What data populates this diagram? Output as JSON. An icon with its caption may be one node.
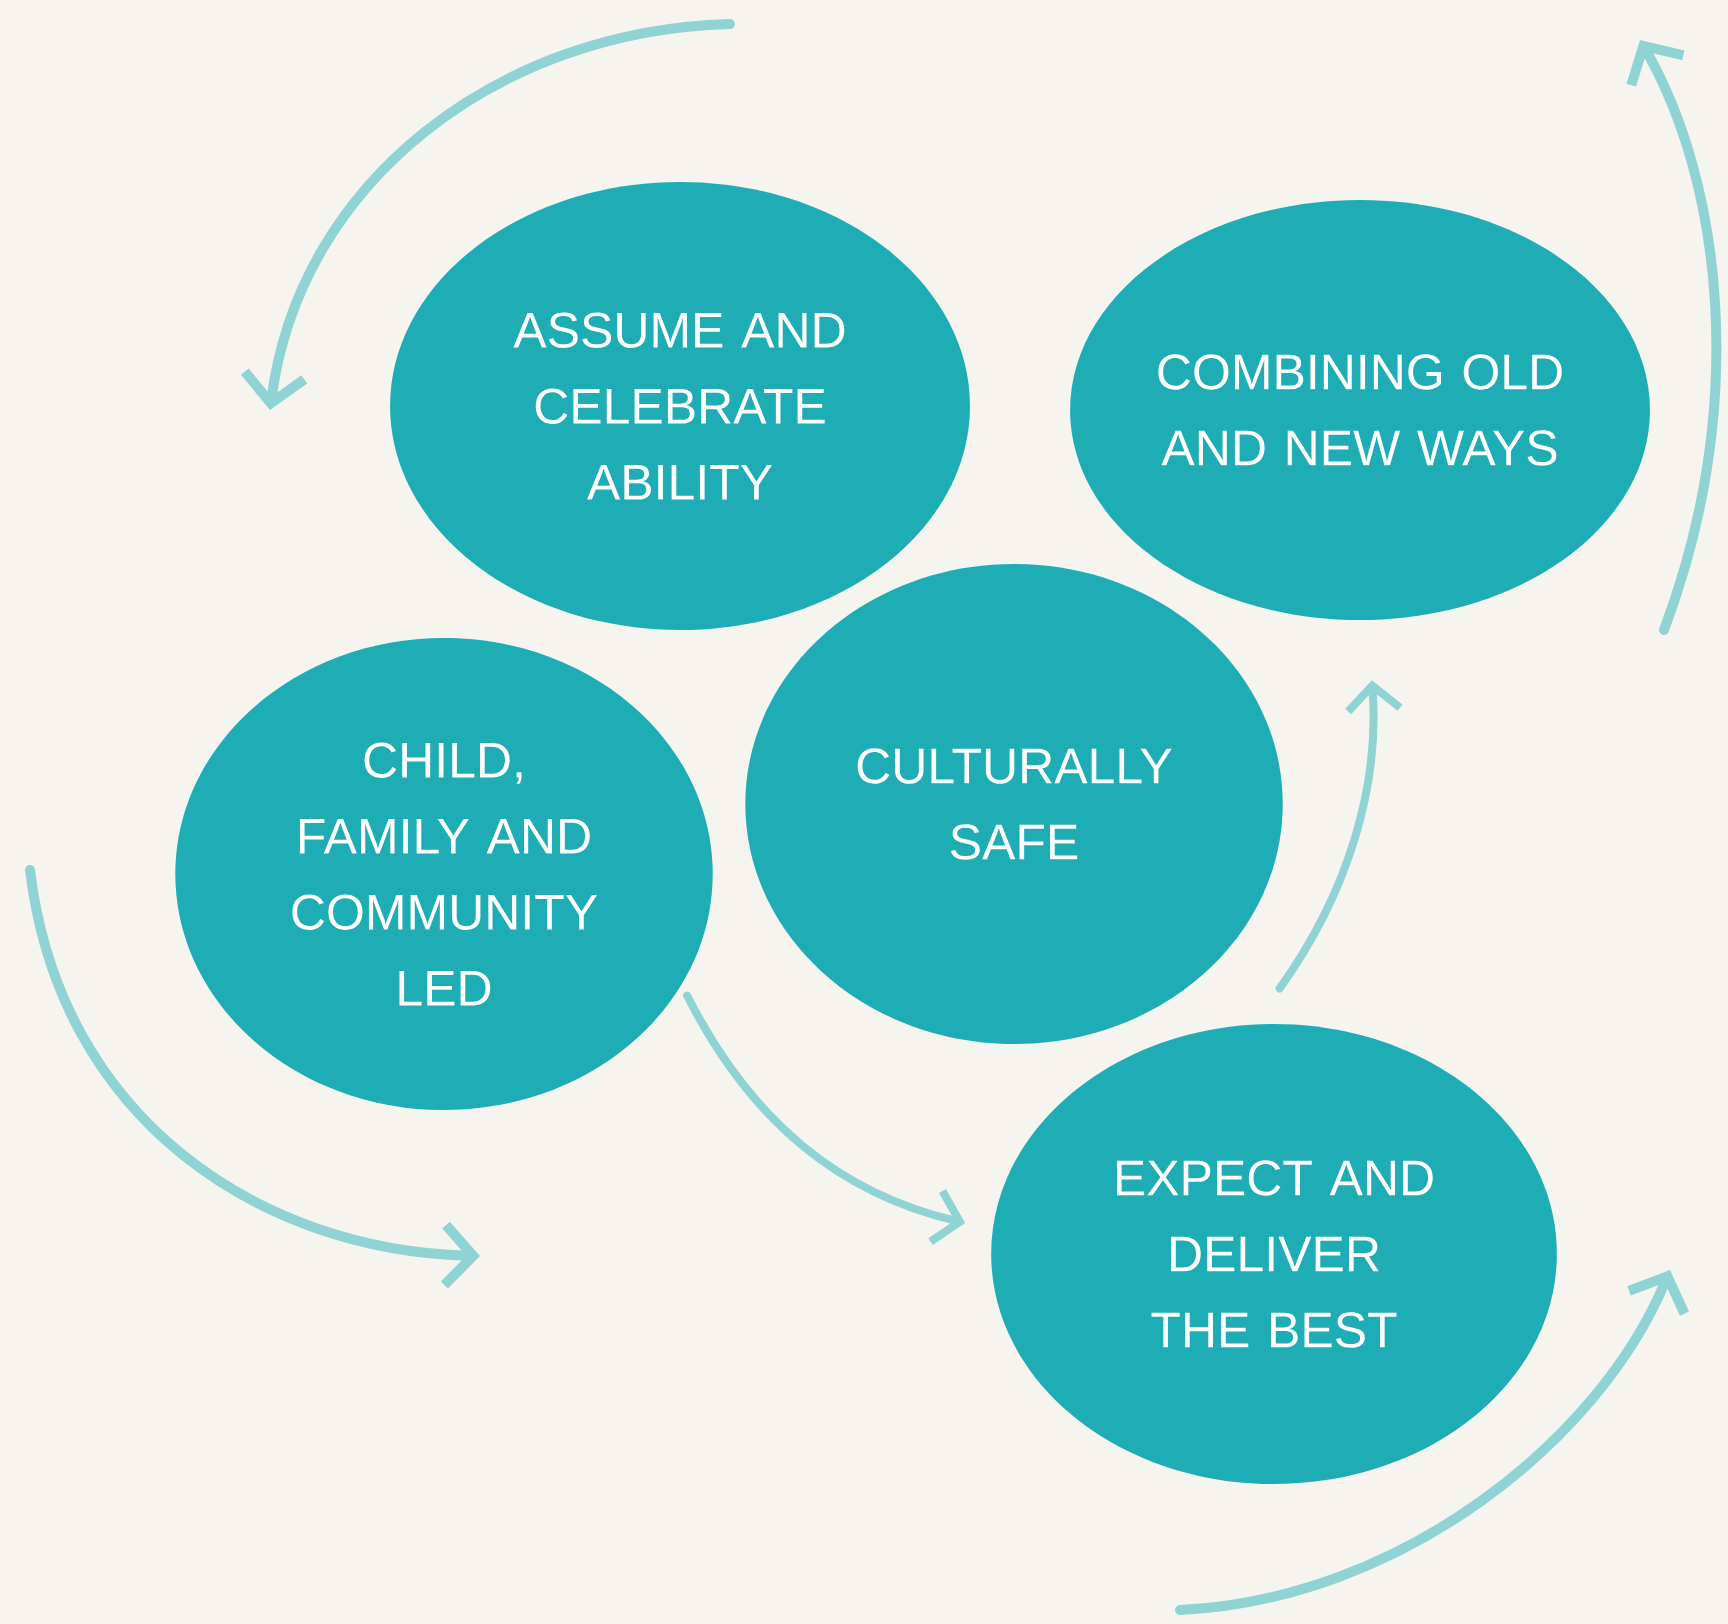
{
  "diagram": {
    "nodes": [
      {
        "text": [
          "ASSUME AND CELEBRATE ABILITY"
        ]
      },
      {
        "text": [
          "COMBINING OLD AND NEW WAYS"
        ]
      },
      {
        "text": [
          "CHILD, FAMILY AND COMMUNITY LED"
        ]
      },
      {
        "text": [
          "CULTURALLY SAFE"
        ]
      },
      {
        "text": [
          "EXPECT AND DELIVER THE BEST"
        ]
      }
    ],
    "edges": [
      {
        "from": 2,
        "to": 4,
        "arrow": "to"
      },
      {
        "from": 4,
        "to": 1,
        "arrow": "to"
      }
    ]
  }
}
